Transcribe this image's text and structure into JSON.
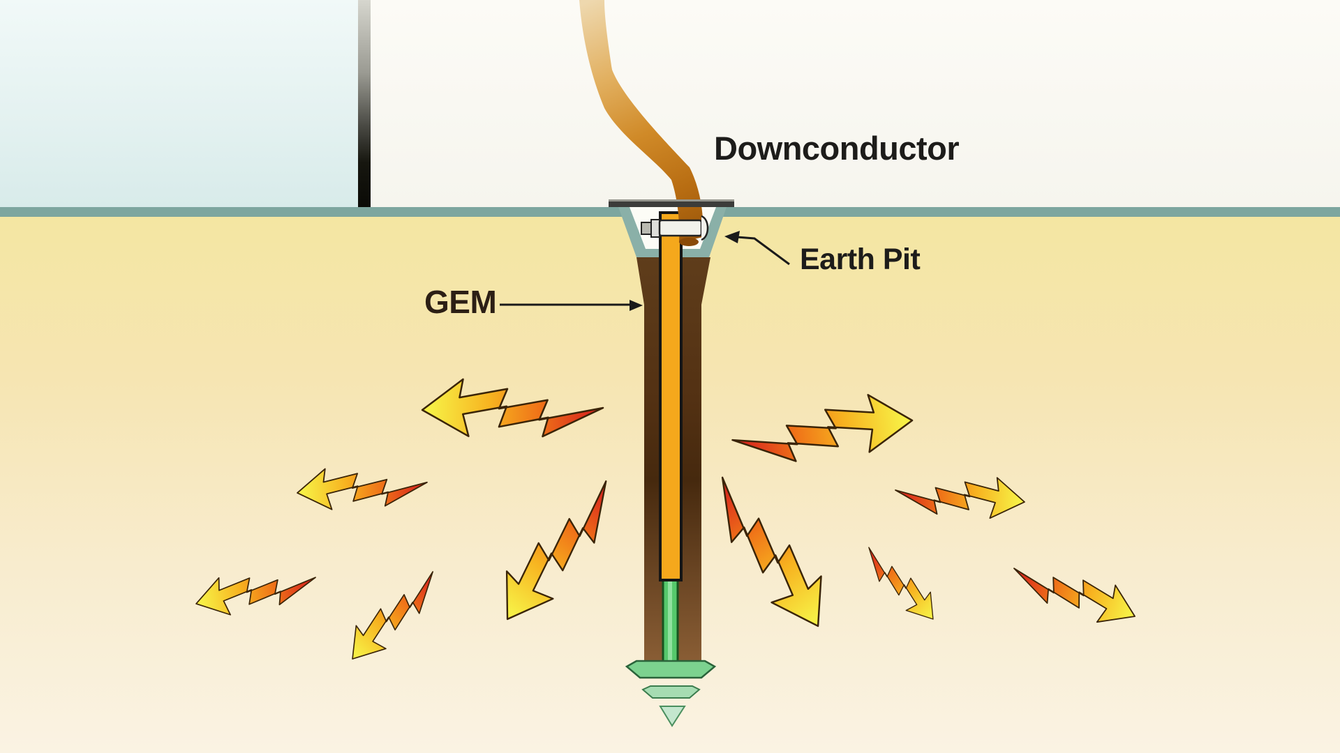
{
  "labels": {
    "downconductor": "Downconductor",
    "earth_pit": "Earth Pit",
    "gem": "GEM"
  },
  "icons": {
    "lightning_bolt_count_left": 5,
    "lightning_bolt_count_right": 5,
    "dissipation_chevron_count": 3
  },
  "colors": {
    "surface_teal": "#7da69f",
    "earth_pit_teal": "#8ab0a8",
    "sand_top": "#f4e6a2",
    "sand_bottom": "#faf3e3",
    "sky_left_blue": "#e3f1f0",
    "sky_right_white": "#fbfaf5",
    "gem_column_brown": "#533113",
    "ground_rod_yellow": "#f5a81c",
    "downconductor_copper": "#c87c1c",
    "dissipation_green": "#56c96c",
    "bolt_tail_red": "#d61e1e",
    "bolt_mid_orange": "#ef7218",
    "bolt_head_yellow": "#f7ef45",
    "plate_gray": "#3c3c3a",
    "label_text": "#1d1c1a"
  }
}
